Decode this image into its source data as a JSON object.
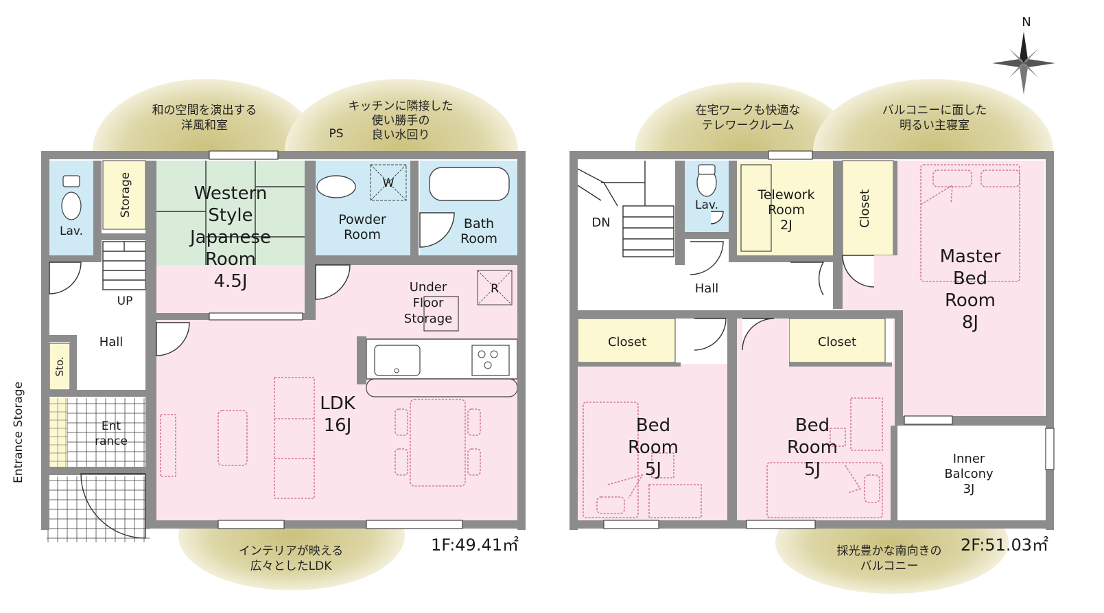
{
  "floor1": {
    "area": "1F:49.41㎡",
    "rooms": {
      "lav": "Lav.",
      "storage": "Storage",
      "japanese": [
        "Western",
        "Style",
        "Japanese",
        "Room",
        "4.5J"
      ],
      "ps": "PS",
      "w": "W",
      "powder": [
        "Powder",
        "Room"
      ],
      "bath": [
        "Bath",
        "Room"
      ],
      "up": "UP",
      "hall": "Hall",
      "sto": "Sto.",
      "entrance": [
        "Ent",
        "rance"
      ],
      "entrance_storage": "Entrance Storage",
      "under_floor": [
        "Under",
        "Floor",
        "Storage"
      ],
      "r": "R",
      "ldk": [
        "LDK",
        "16J"
      ]
    },
    "callouts": {
      "japanese": [
        "和の空間を演出する",
        "洋風和室"
      ],
      "kitchen": [
        "キッチンに隣接した",
        "使い勝手の",
        "良い水回り"
      ],
      "ldk": [
        "インテリアが映える",
        "広々としたLDK"
      ]
    }
  },
  "floor2": {
    "area": "2F:51.03㎡",
    "rooms": {
      "dn": "DN",
      "lav": "Lav.",
      "telework": [
        "Telework",
        "Room",
        "2J"
      ],
      "closet_master": "Closet",
      "master": [
        "Master",
        "Bed",
        "Room",
        "8J"
      ],
      "hall": "Hall",
      "closet_left": "Closet",
      "closet_mid": "Closet",
      "bed_left": [
        "Bed",
        "Room",
        "5J"
      ],
      "bed_mid": [
        "Bed",
        "Room",
        "5J"
      ],
      "balcony": [
        "Inner",
        "Balcony",
        "3J"
      ]
    },
    "callouts": {
      "telework": [
        "在宅ワークも快適な",
        "テレワークルーム"
      ],
      "master": [
        "バルコニーに面した",
        "明るい主寝室"
      ],
      "balcony": [
        "採光豊かな南向きの",
        "バルコニー"
      ]
    }
  },
  "compass": {
    "label": "N"
  },
  "colors": {
    "wall": "#8c8c8c",
    "callout_circle": "#d9d3a0",
    "japanese_room": "#d8ecd9",
    "wet_area": "#cfeaf5",
    "living": "#fbe4ec",
    "storage": "#fbf8d2",
    "hall": "#ffffff"
  }
}
